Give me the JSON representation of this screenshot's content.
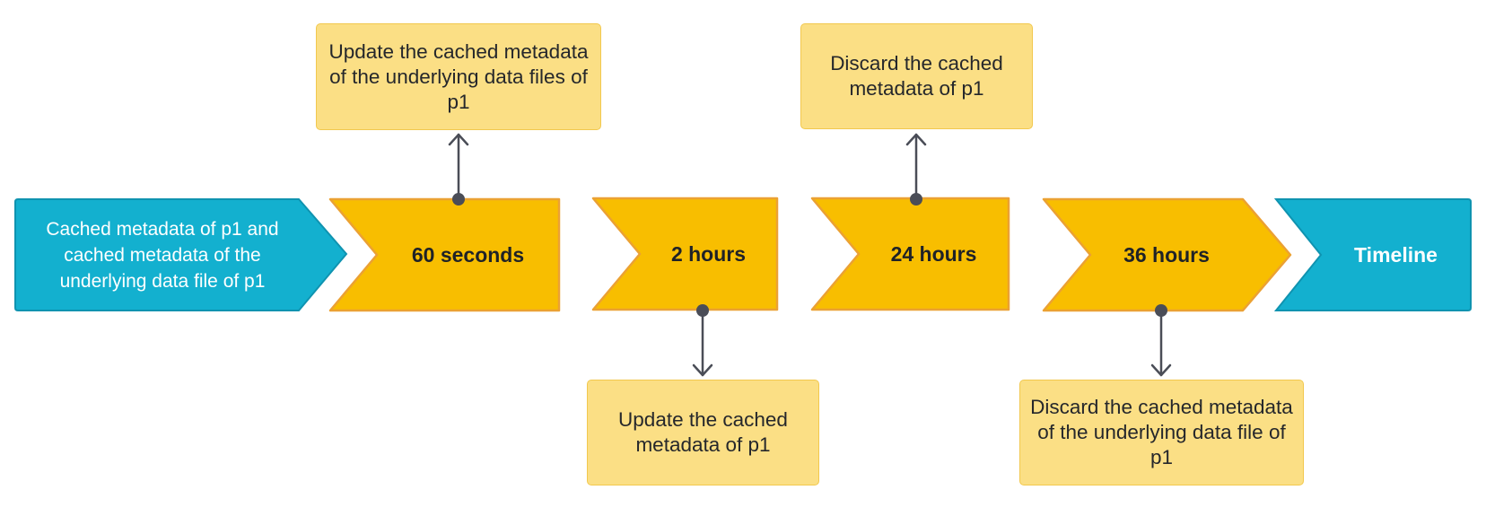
{
  "start": {
    "text": "Cached metadata of p1 and cached metadata of the underlying data file of p1"
  },
  "steps": [
    {
      "label": "60 seconds"
    },
    {
      "label": "2 hours"
    },
    {
      "label": "24 hours"
    },
    {
      "label": "36 hours"
    }
  ],
  "end": {
    "label": "Timeline"
  },
  "notes": [
    {
      "text": "Update the cached metadata of the underlying data files of p1"
    },
    {
      "text": "Update the cached metadata of p1"
    },
    {
      "text": "Discard the cached metadata of p1"
    },
    {
      "text": "Discard the cached metadata of the underlying data file of p1"
    }
  ],
  "colors": {
    "teal": "#13b0cf",
    "teal_border": "#0f93b0",
    "amber": "#f8be00",
    "amber_border": "#eba133",
    "note_fill": "#fbdf85",
    "note_border": "#f2c84e",
    "connector": "#4a4d57"
  }
}
